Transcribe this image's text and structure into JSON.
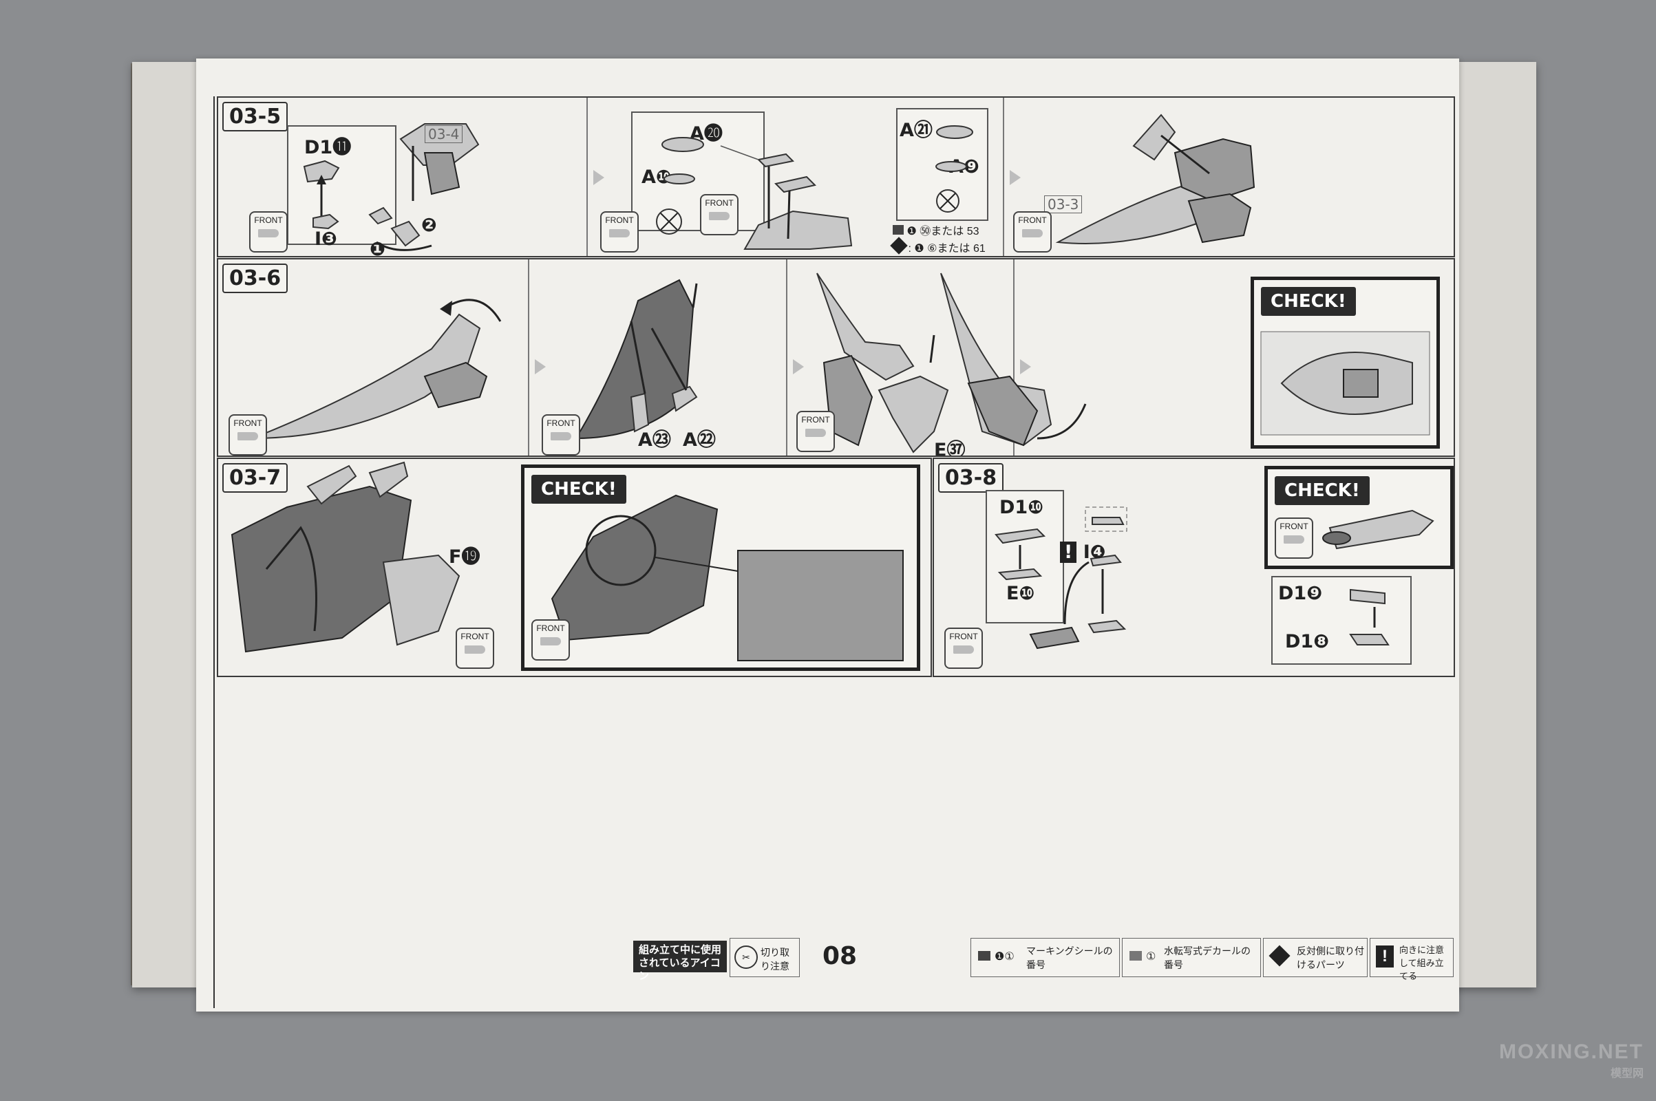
{
  "steps": {
    "s035": {
      "label": "03-5",
      "ref": "03-4",
      "d1": "D1⓫",
      "i3": "I❸",
      "n1": "❶",
      "n2": "❷",
      "a20": "A⓴",
      "a10": "A❿",
      "a21": "A㉑",
      "a9": "A❾",
      "marking": "❶ ㊿または",
      "marking_num": "53",
      "reverse": ": ❶ ⑥または",
      "reverse_num": "61",
      "ref3": "03-3"
    },
    "s036": {
      "label": "03-6",
      "a23": "A㉓",
      "a22": "A㉒",
      "e37": "E㊲"
    },
    "s037": {
      "label": "03-7",
      "f19": "F⓳"
    },
    "s038": {
      "label": "03-8",
      "d110": "D1❿",
      "e10": "E❿",
      "i4": "I❹",
      "d19": "D1❾",
      "d18": "D1❽"
    }
  },
  "check_label": "CHECK!",
  "front_label": "FRONT",
  "footer": {
    "icons_heading": "組み立て中に使用されているアイコン",
    "cut_caution": "切り取り注意",
    "page_number": "08",
    "marking_sticker": "マーキングシールの番号",
    "marking_sticker_icon": "❶①",
    "decal": "水転写式デカールの番号",
    "decal_icon": "①",
    "opposite_parts": "反対側に取り付けるパーツ",
    "caution_direction": "向きに注意して組み立てる",
    "caution_icon": "!"
  },
  "watermark": {
    "line1": "MOXING.NET",
    "line2": "模型网"
  }
}
